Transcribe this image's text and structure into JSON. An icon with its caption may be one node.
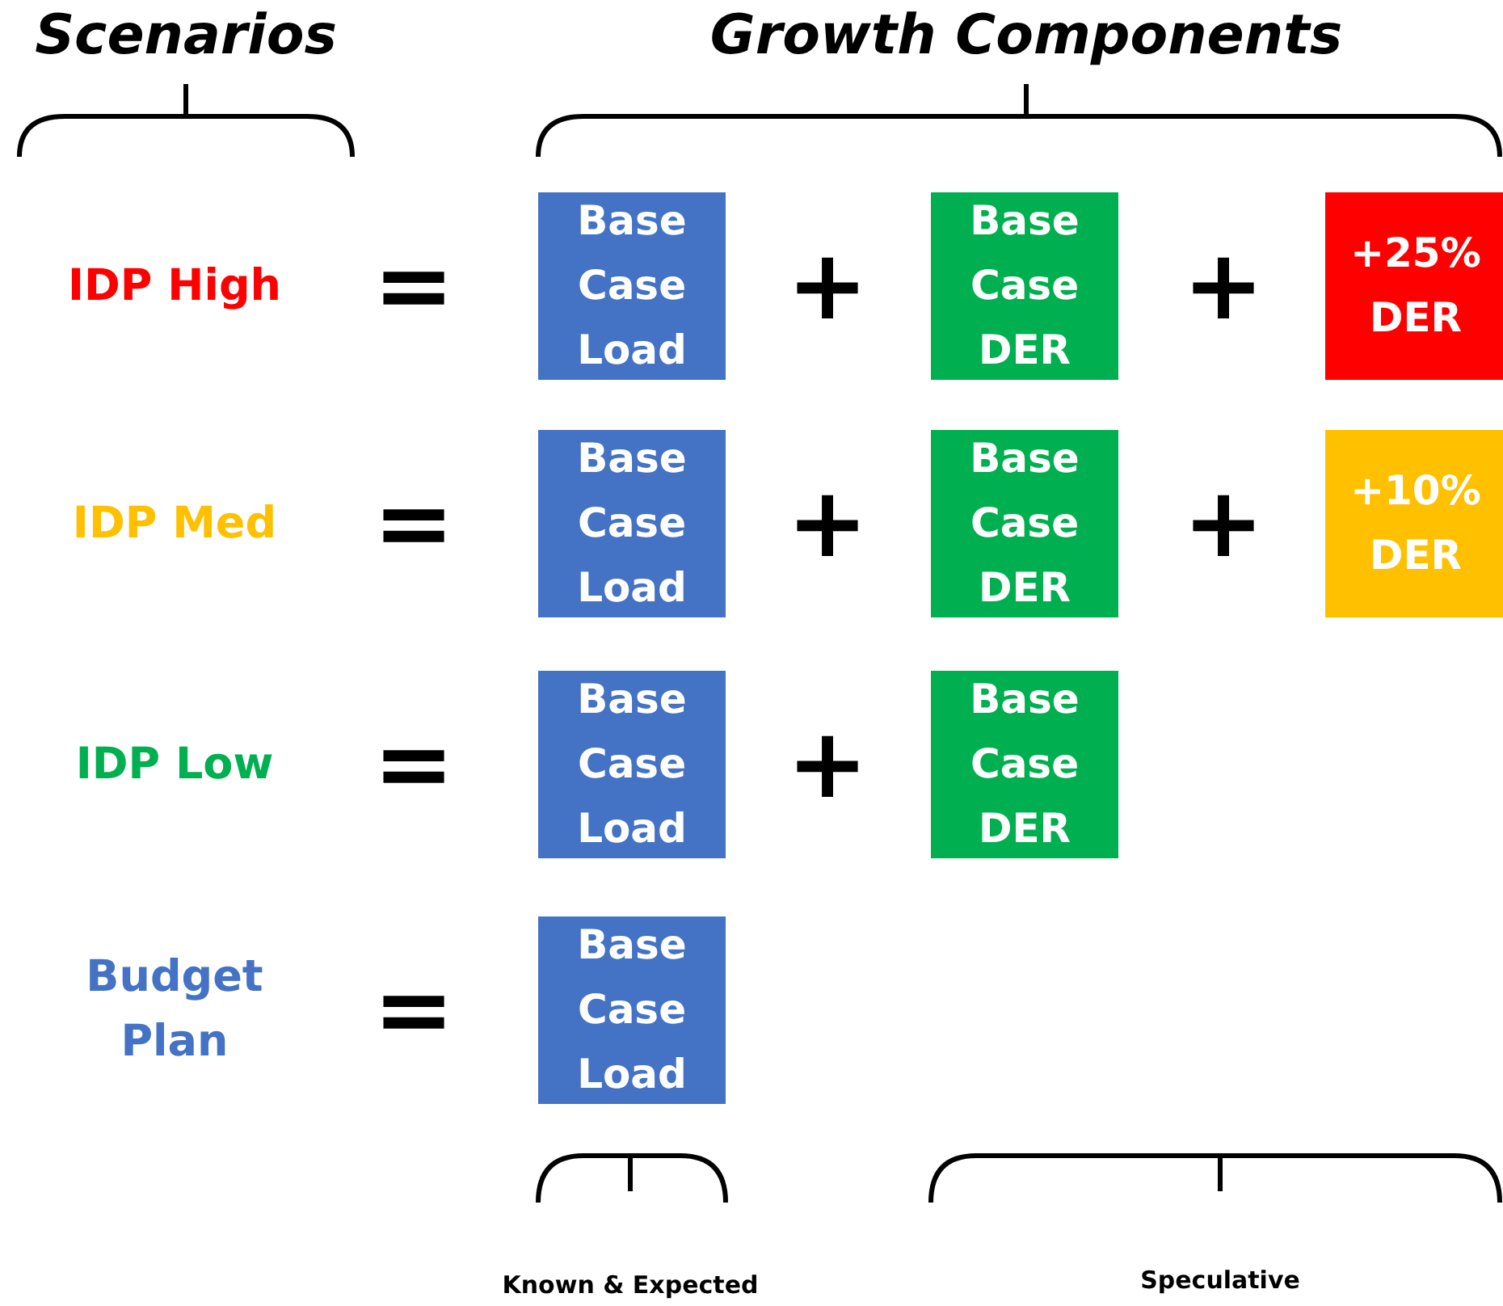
{
  "diagram": {
    "nodes": [
      {
        "text": [
          "Base Case Load"
        ]
      },
      {
        "text": [
          "Base Case DER"
        ]
      },
      {
        "text": [
          "+25% DER"
        ]
      },
      {
        "text": [
          "Base Case Load"
        ]
      },
      {
        "text": [
          "Base Case DER"
        ]
      },
      {
        "text": [
          "+10% DER"
        ]
      },
      {
        "text": [
          "Base Case Load"
        ]
      },
      {
        "text": [
          "Base Case DER"
        ]
      },
      {
        "text": [
          "Base Case Load"
        ]
      }
    ],
    "labels": [
      "Scenarios",
      "Growth Components",
      "IDP High",
      "=",
      "+",
      "+",
      "IDP Med",
      "=",
      "+",
      "+",
      "IDP Low",
      "=",
      "+",
      "Budget Plan",
      "=",
      "Known & Expected",
      "Speculative"
    ]
  }
}
